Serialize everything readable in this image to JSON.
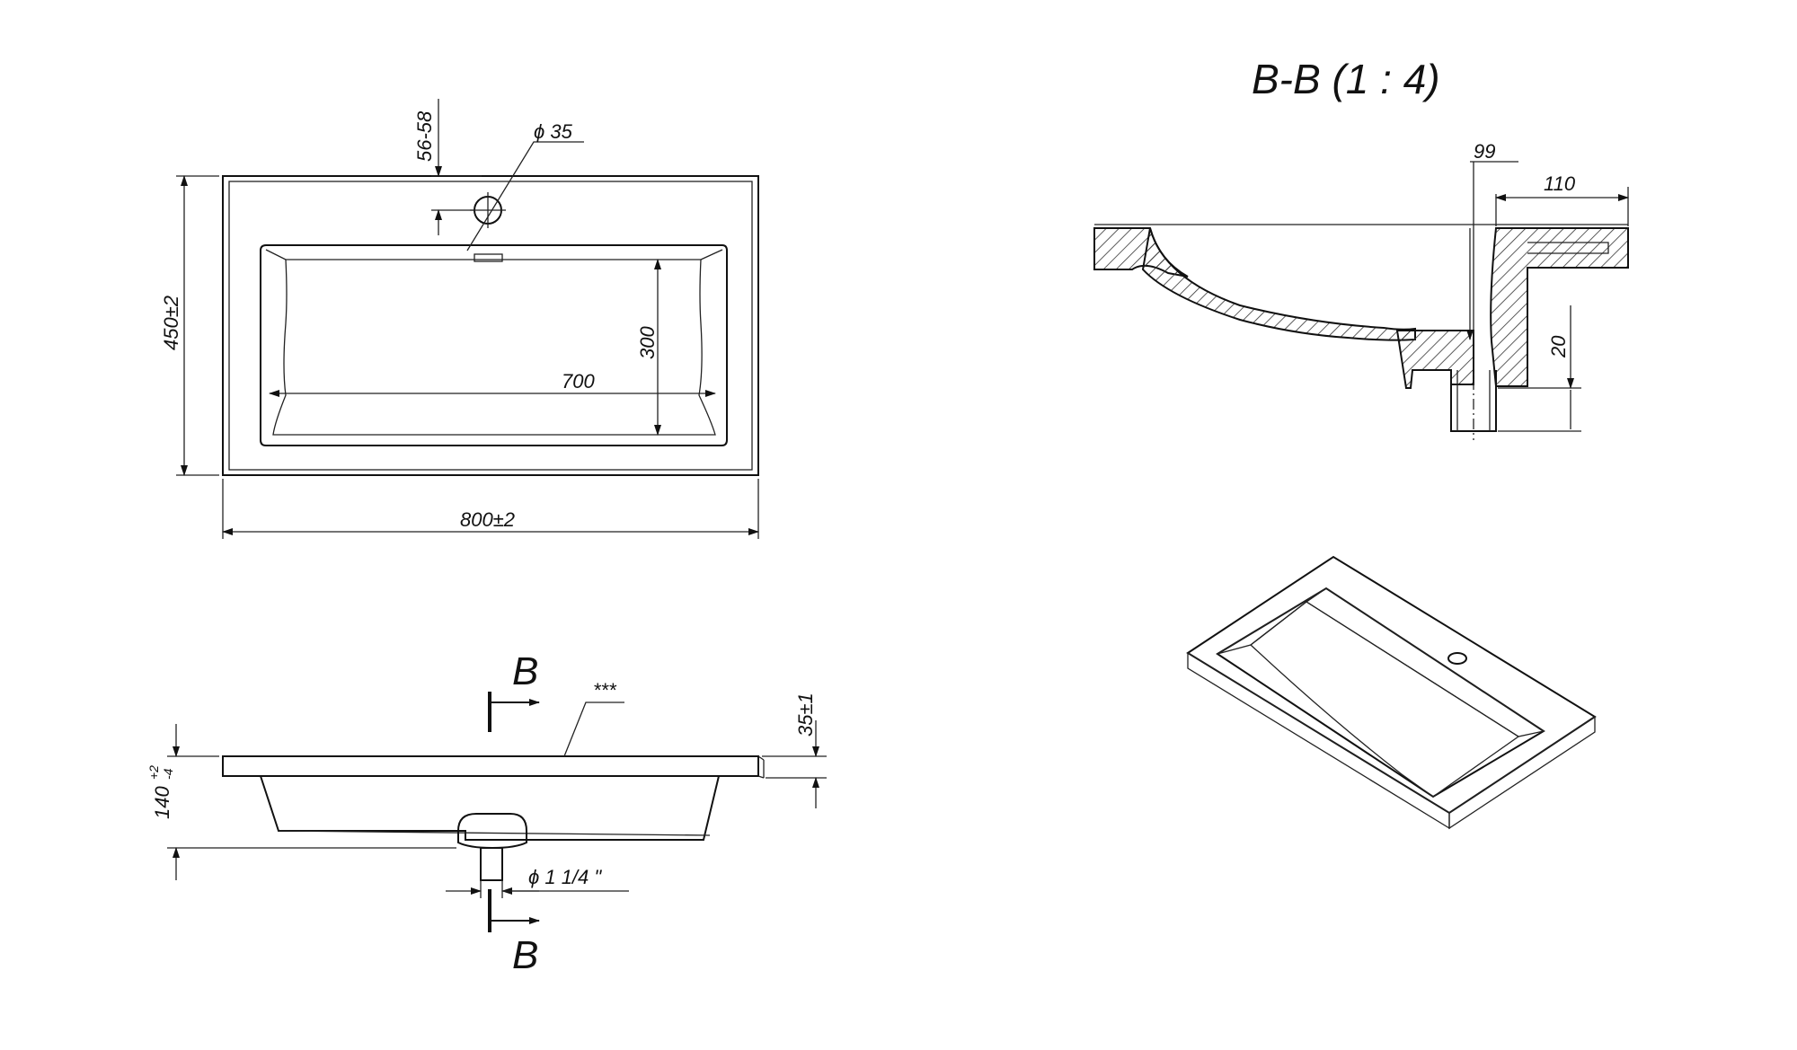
{
  "section_title": "B-B (1 : 4)",
  "top_view": {
    "width_label": "800±2",
    "depth_label": "450±2",
    "bowl_length_label": "700",
    "bowl_width_label": "300",
    "tap_offset_label": "56-58",
    "tap_hole_label": "ϕ 35"
  },
  "side_view": {
    "section_marker": "B",
    "note_label": "***",
    "rim_label": "35±1",
    "height_label": "140",
    "height_tol_plus": "+2",
    "height_tol_minus": "-4",
    "drain_label": "ϕ  1 1/4 \""
  },
  "section_view": {
    "rim_width_label": "110",
    "drain_offset_label": "99",
    "drain_length_label": "20"
  },
  "colors": {
    "line": "#111111",
    "hatch": "#333333",
    "shade": "#b4b4b4",
    "background": "#ffffff"
  }
}
